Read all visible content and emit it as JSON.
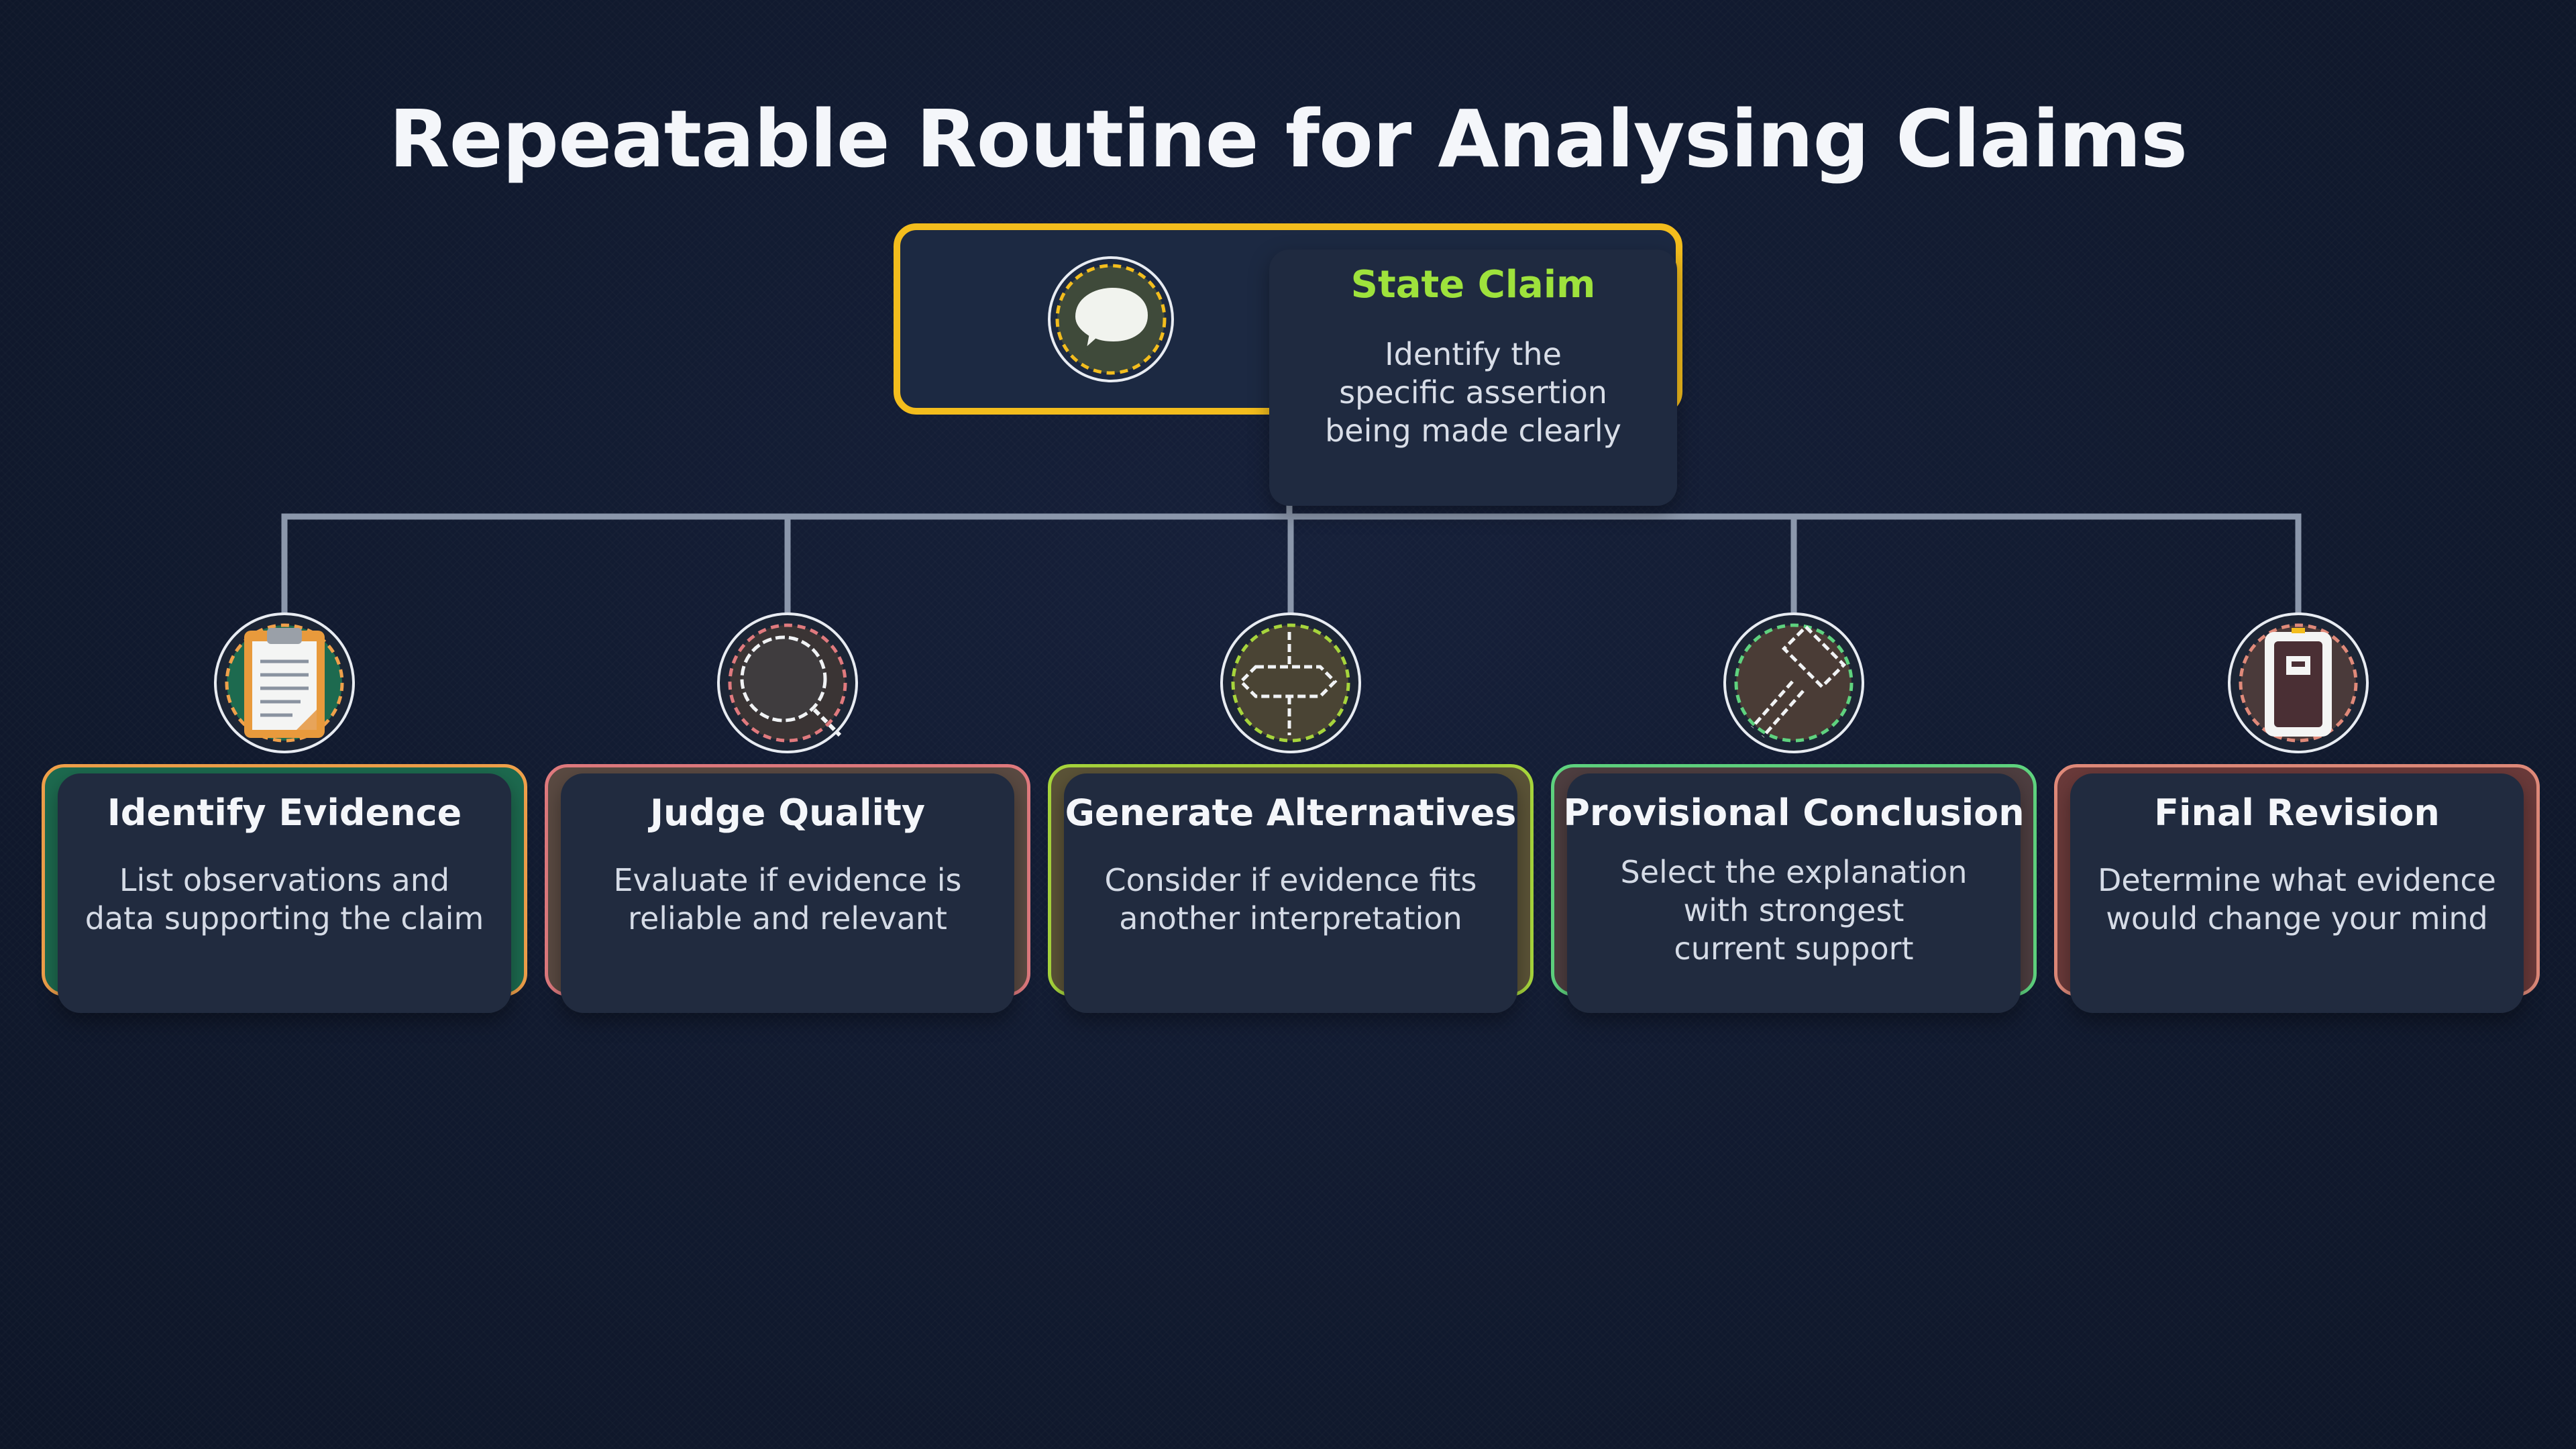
{
  "title": "Repeatable Routine for Analysing Claims",
  "root": {
    "title": "State Claim",
    "description": [
      "Identify the",
      "specific assertion",
      "being made clearly"
    ],
    "icon": "speech-bubble-icon",
    "accent": "#f3bd1d",
    "title_color": "#9ee23c"
  },
  "steps": [
    {
      "title": "Identify Evidence",
      "description": [
        "List observations and",
        "data supporting the claim"
      ],
      "icon": "clipboard-icon",
      "border_color": "#f0a04a",
      "tint_color": "#1d6a4f"
    },
    {
      "title": "Judge Quality",
      "description": [
        "Evaluate if evidence is",
        "reliable and relevant"
      ],
      "icon": "magnifying-glass-icon",
      "border_color": "#e07a7e",
      "tint_color": "#5a4a42"
    },
    {
      "title": "Generate Alternatives",
      "description": [
        "Consider if evidence fits",
        "another interpretation"
      ],
      "icon": "signpost-icon",
      "border_color": "#a7d53c",
      "tint_color": "#5b5337"
    },
    {
      "title": "Provisional Conclusion",
      "description": [
        "Select the explanation",
        "with strongest",
        "current support"
      ],
      "icon": "gavel-icon",
      "border_color": "#5fd37f",
      "tint_color": "#4e3e40"
    },
    {
      "title": "Final Revision",
      "description": [
        "Determine what evidence",
        "would change your mind"
      ],
      "icon": "book-icon",
      "border_color": "#e08a7a",
      "tint_color": "#6a3a3a"
    }
  ]
}
